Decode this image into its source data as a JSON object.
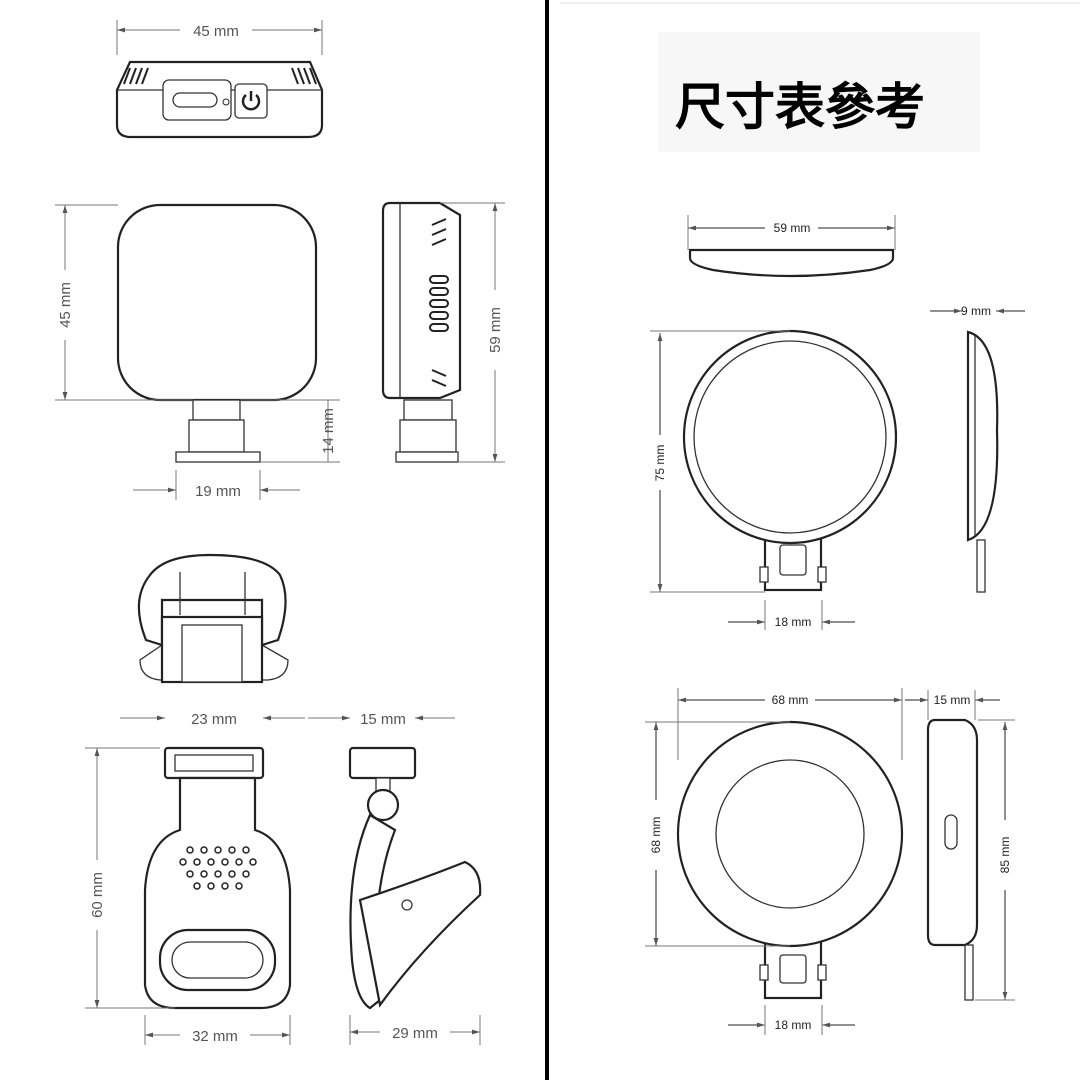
{
  "title": "尺寸表參考",
  "left_product": {
    "top_width": "45 mm",
    "front_height": "45 mm",
    "side_height": "59 mm",
    "stand_height": "14 mm",
    "stand_width": "19 mm",
    "clip_top_width": "23 mm",
    "clip_side_top": "15 mm",
    "clip_height": "60 mm",
    "clip_bottom_width": "32 mm",
    "clip_side_width": "29 mm"
  },
  "right_product_small": {
    "top_width": "59 mm",
    "thickness": "9 mm",
    "height": "75 mm",
    "clip_width": "18 mm"
  },
  "right_product_large": {
    "width": "68 mm",
    "thickness": "15 mm",
    "diameter_vertical": "68 mm",
    "total_height": "85 mm",
    "clip_width": "18 mm"
  },
  "colors": {
    "divider": "#000000",
    "line": "#222222",
    "dimension": "#777777"
  }
}
